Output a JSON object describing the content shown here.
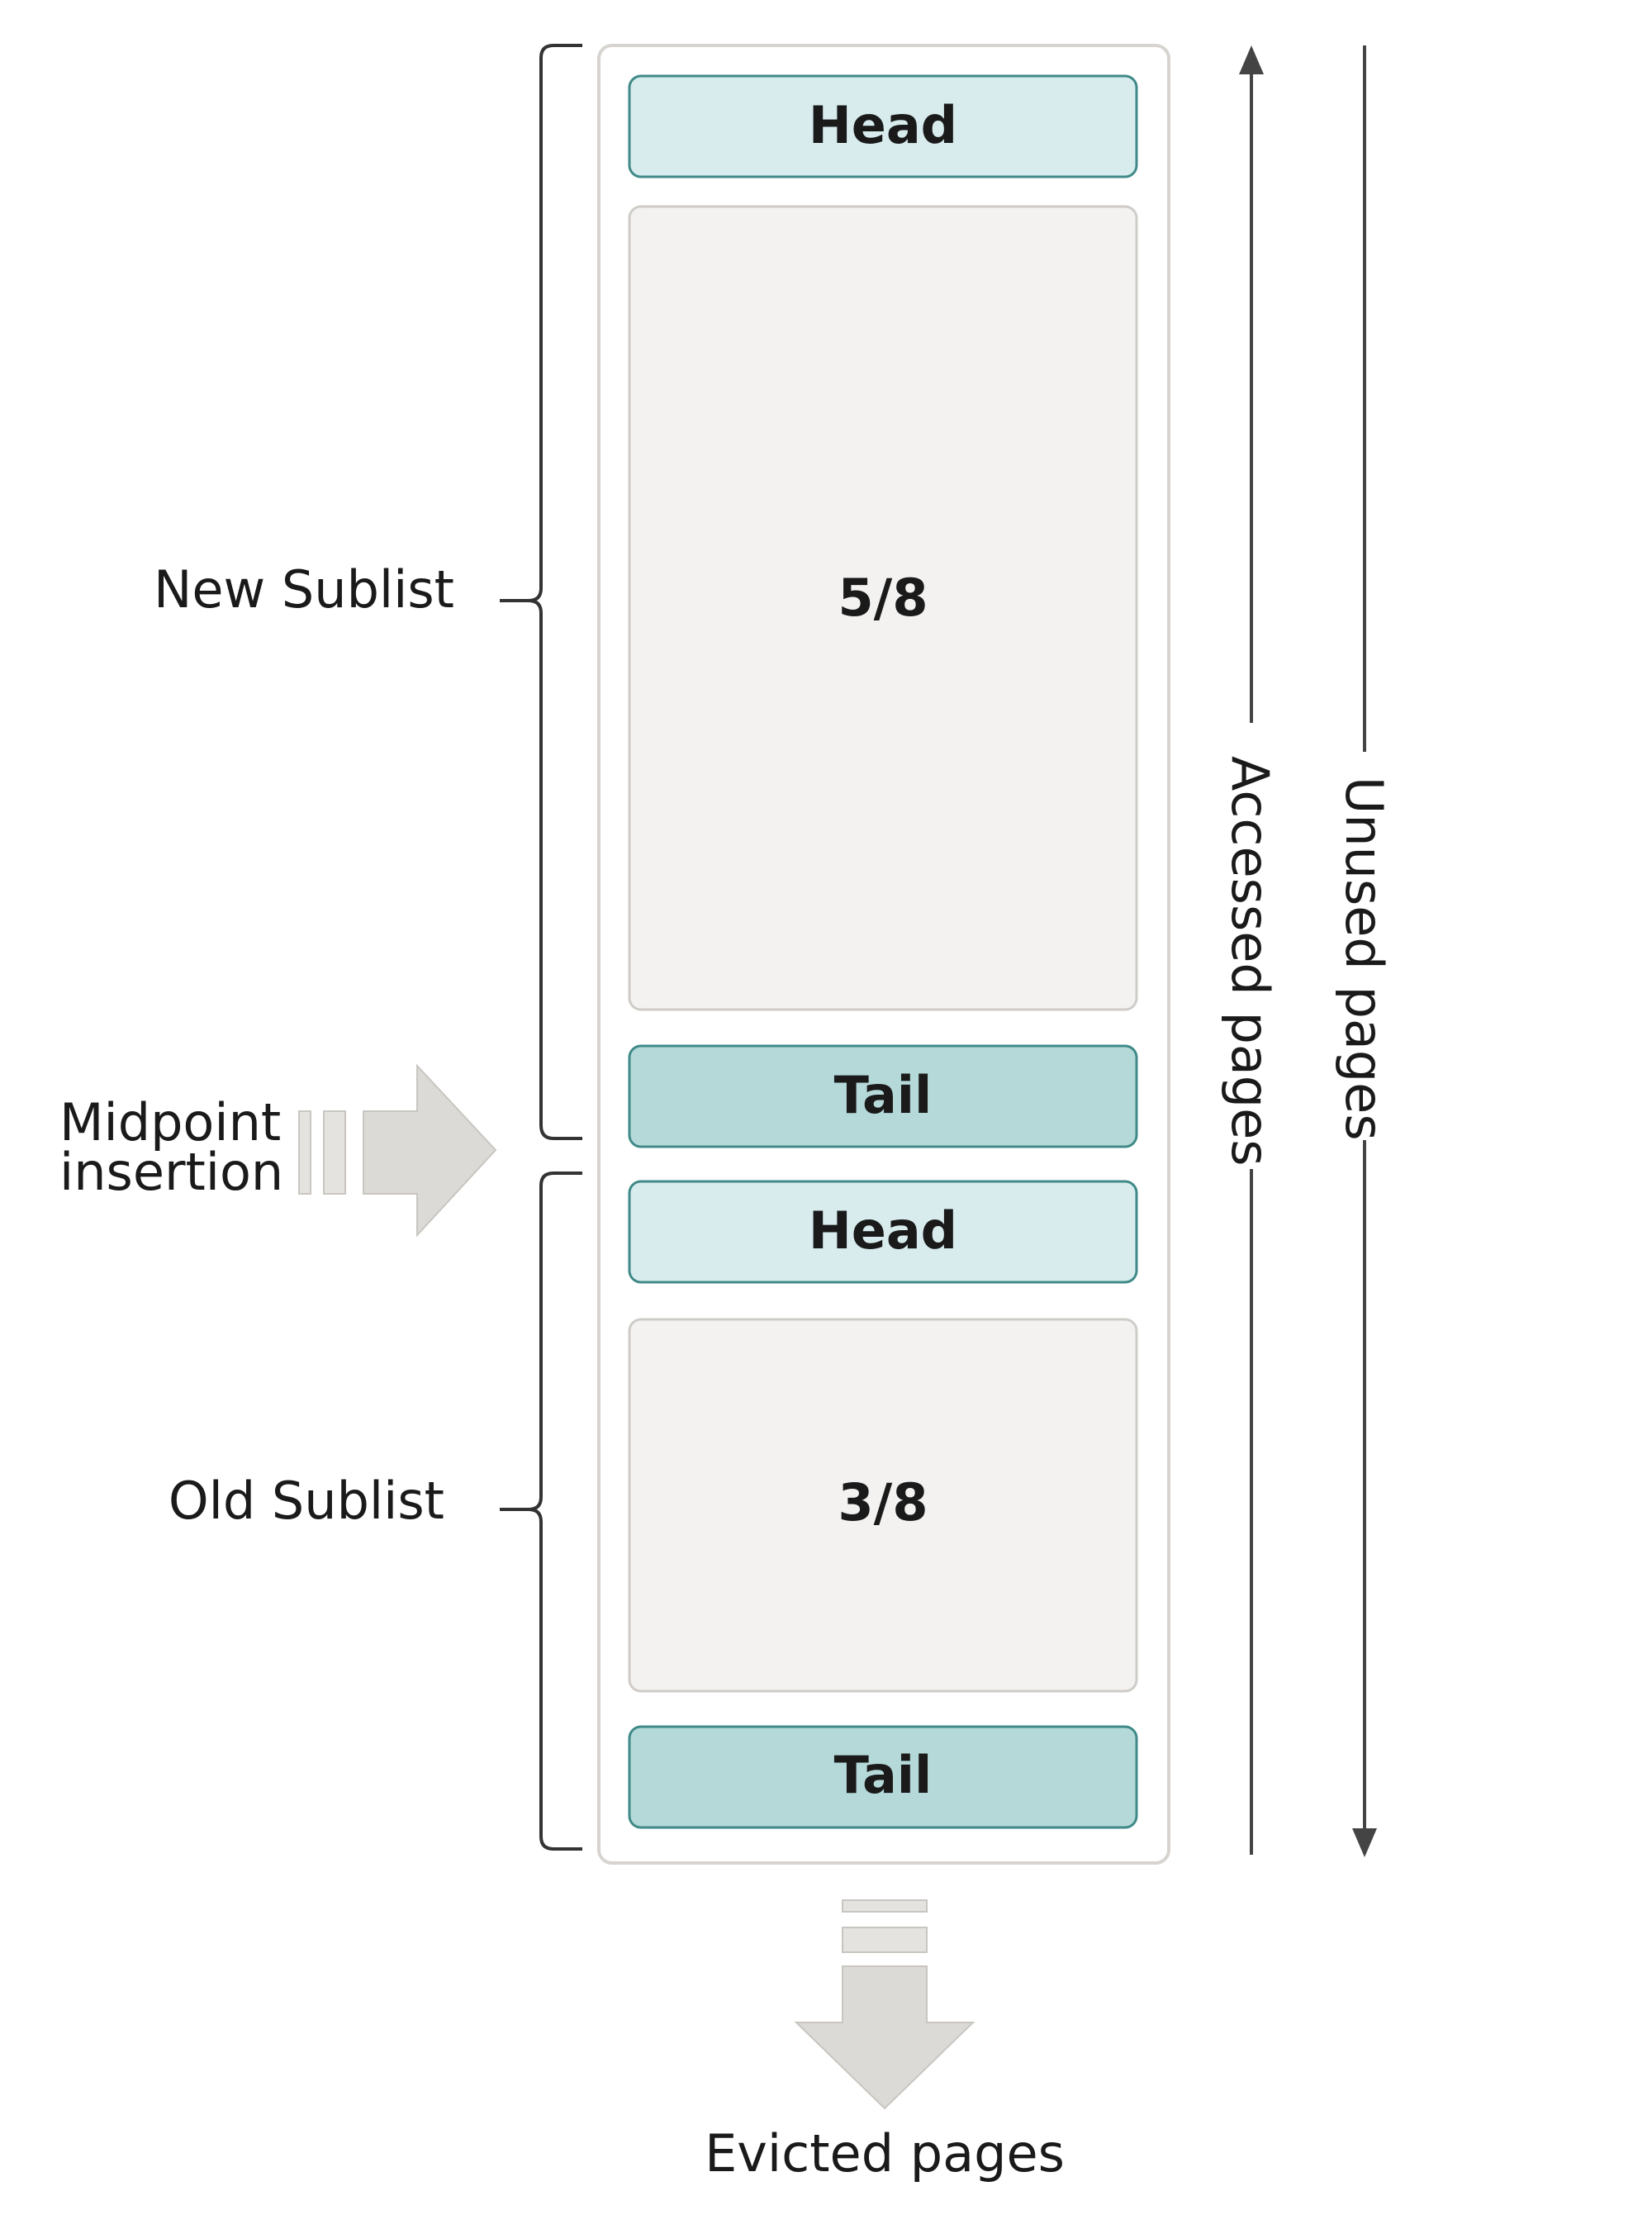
{
  "buffer_pool": {
    "new_sublist": {
      "label": "New Sublist",
      "head": "Head",
      "fraction": "5/8",
      "tail": "Tail"
    },
    "old_sublist": {
      "label": "Old Sublist",
      "head": "Head",
      "fraction": "3/8",
      "tail": "Tail"
    }
  },
  "midpoint_insertion": {
    "line1": "Midpoint",
    "line2": "insertion"
  },
  "evicted_label": "Evicted pages",
  "axes": {
    "accessed": "Accessed pages",
    "unused": "Unused pages"
  },
  "colors": {
    "head_fill": "#d8ecee",
    "head_stroke": "#3f8a88",
    "tail_fill": "#b5d9d9",
    "tail_stroke": "#3f8a88",
    "middle_fill": "#f3f2f1",
    "middle_stroke": "#cfccc8",
    "container_stroke": "#d7d4d0",
    "arrow_fill": "#dcdad6"
  }
}
